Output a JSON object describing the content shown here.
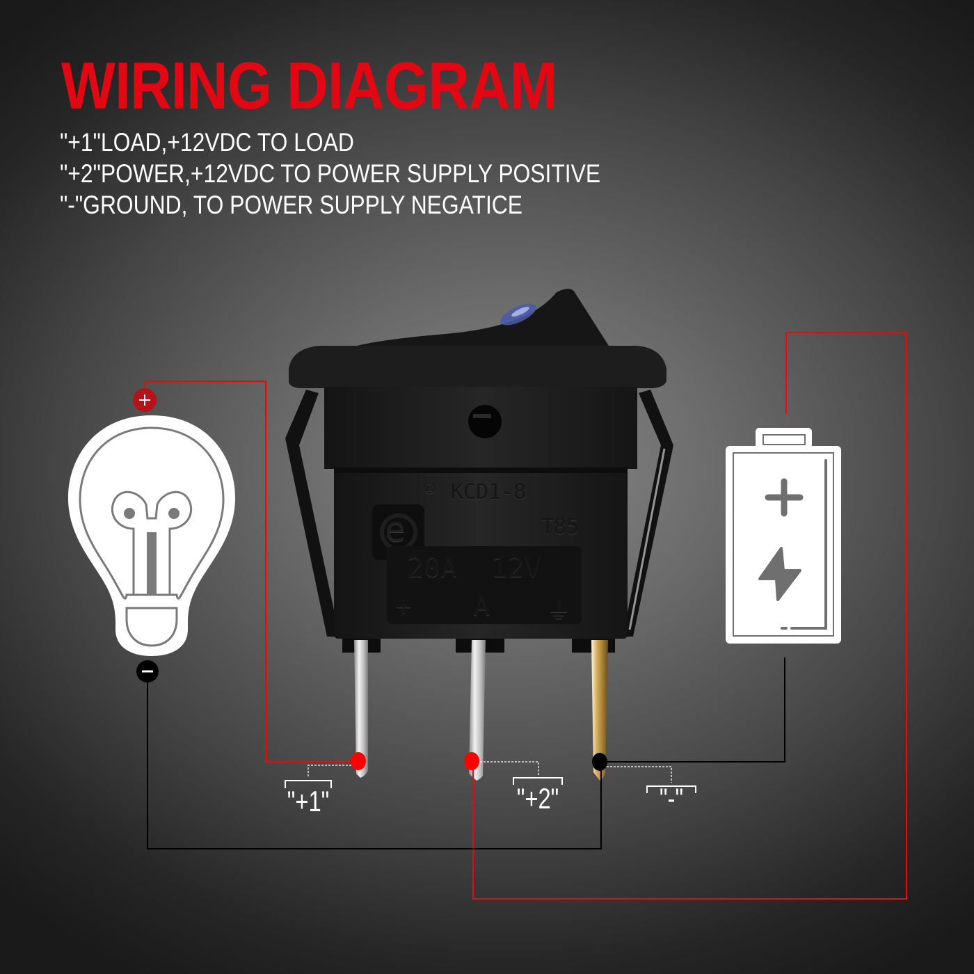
{
  "header": {
    "title": "WIRING DIAGRAM",
    "title_color": "#e30613"
  },
  "legend": {
    "lines": [
      "\"+1\"LOAD,+12VDC TO LOAD",
      "\"+2\"POWER,+12VDC TO POWER SUPPLY POSITIVE",
      "\"-\"GROUND, TO POWER SUPPLY NEGATICE"
    ]
  },
  "switch": {
    "model": "KCD1-8",
    "temp_rating": "T85",
    "rating": "20A  12V",
    "terminal_marks": [
      "+",
      "A",
      "⏚"
    ],
    "brand_mark": "e",
    "registered_mark": "®"
  },
  "pins": [
    {
      "id": "pin1",
      "label": "\"+1\"",
      "dot_color": "#ff0000"
    },
    {
      "id": "pin2",
      "label": "\"+2\"",
      "dot_color": "#ff0000"
    },
    {
      "id": "pin3",
      "label": "\"-\"",
      "dot_color": "#000000"
    }
  ],
  "lamp": {
    "icon": "light-bulb-icon",
    "positive_terminal": "+",
    "negative_terminal": "−",
    "positive_color": "#b5121b",
    "negative_color": "#000000"
  },
  "battery": {
    "icon": "battery-icon",
    "symbol_top": "+",
    "symbol_bottom": "lightning-bolt"
  },
  "wires": {
    "positive_color": "#ff0000",
    "negative_color": "#000000"
  }
}
